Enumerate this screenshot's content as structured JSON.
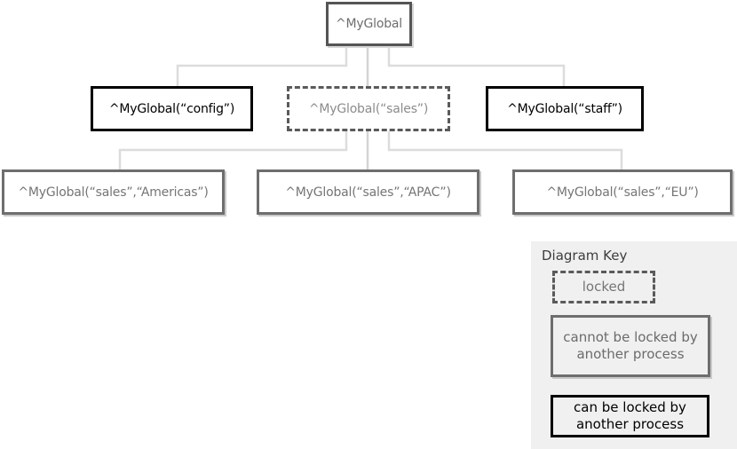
{
  "diagram": {
    "nodes": {
      "root": "^MyGlobal",
      "config": "^MyGlobal(“config”)",
      "sales": "^MyGlobal(“sales”)",
      "staff": "^MyGlobal(“staff”)",
      "americas": "^MyGlobal(“sales”,“Americas”)",
      "apac": "^MyGlobal(“sales”,“APAC”)",
      "eu": "^MyGlobal(“sales”,“EU”)"
    },
    "key": {
      "title": "Diagram Key",
      "locked": "locked",
      "cannot_be_locked": "cannot be locked by another process",
      "can_be_locked": "can be locked by another process"
    },
    "colors": {
      "connector": "#dcdcdc",
      "root_border": "#555555",
      "locked_border": "#5a5a5a",
      "cannot_lock_border": "#6e6e6e",
      "can_lock_border": "#000000",
      "gray_text": "#767575",
      "key_background": "#f0f0f0"
    }
  }
}
